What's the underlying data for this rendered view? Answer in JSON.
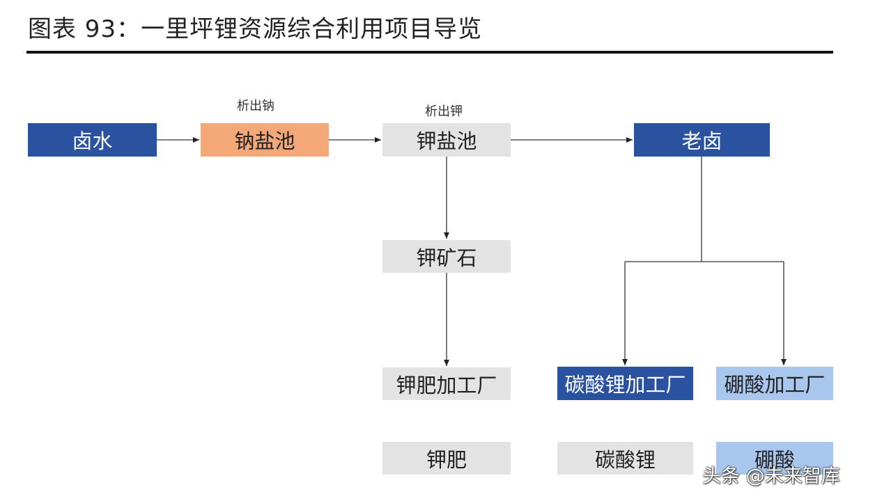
{
  "title": "图表 93：一里坪锂资源综合利用项目导览",
  "nodes": {
    "brine": "卤水",
    "sodium_pond": "钠盐池",
    "potassium_pond": "钾盐池",
    "old_brine": "老卤",
    "potash_ore": "钾矿石",
    "potash_fert_plant": "钾肥加工厂",
    "li_carbonate_plant": "碳酸锂加工厂",
    "boric_acid_plant": "硼酸加工厂",
    "potash_fert": "钾肥",
    "li_carbonate": "碳酸锂",
    "boric_acid": "硼酸"
  },
  "edge_labels": {
    "precip_sodium": "析出钠",
    "precip_potassium": "析出钾"
  },
  "watermark": "头条 @未来智库",
  "colors": {
    "dark_blue": "#2a52a0",
    "orange": "#f4a878",
    "gray": "#e3e3e3",
    "light_blue": "#a9c6ec"
  }
}
